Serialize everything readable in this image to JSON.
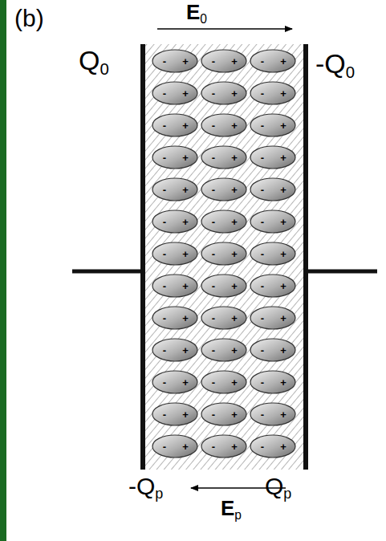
{
  "diagram": {
    "labels": [
      "(b)",
      "E0",
      "Q0",
      "-Q0",
      "-",
      "+",
      "-",
      "+",
      "-",
      "+",
      "-",
      "+",
      "-",
      "+",
      "-",
      "+",
      "-",
      "+",
      "-",
      "+",
      "-",
      "+",
      "-",
      "+",
      "-",
      "+",
      "-",
      "+",
      "-",
      "+",
      "-",
      "+",
      "-",
      "+",
      "-",
      "+",
      "-",
      "+",
      "-",
      "+",
      "-",
      "+",
      "-",
      "+",
      "-",
      "+",
      "-",
      "+",
      "-",
      "+",
      "-",
      "+",
      "-",
      "+",
      "-",
      "+",
      "-",
      "+",
      "-",
      "+",
      "-",
      "+",
      "-",
      "+",
      "-",
      "+",
      "-",
      "+",
      "-",
      "+",
      "-",
      "+",
      "-",
      "+",
      "-",
      "+",
      "-",
      "+",
      "-",
      "+",
      "-",
      "+",
      "-Qp",
      "Qp",
      "Ep"
    ]
  }
}
